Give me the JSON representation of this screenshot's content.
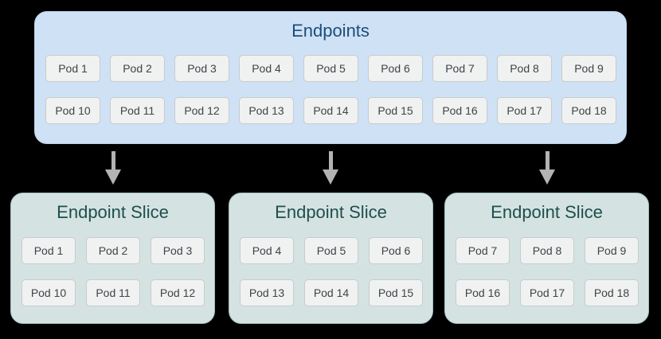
{
  "colors": {
    "background": "#000000",
    "endpoints_fill": "#cfe1f4",
    "endpoints_title_text": "#1b4d7d",
    "slice_fill": "#d4e3e2",
    "slice_border": "#a2c0bf",
    "slice_title_text": "#1f4e4c",
    "pod_fill": "#f0f1f1",
    "pod_border": "#c9cbcb",
    "pod_text": "#3f4448",
    "arrow": "#b3b3b3"
  },
  "endpoints": {
    "title": "Endpoints",
    "pods": [
      "Pod 1",
      "Pod 2",
      "Pod 3",
      "Pod 4",
      "Pod 5",
      "Pod 6",
      "Pod 7",
      "Pod 8",
      "Pod 9",
      "Pod 10",
      "Pod 11",
      "Pod 12",
      "Pod 13",
      "Pod 14",
      "Pod 15",
      "Pod 16",
      "Pod 17",
      "Pod 18"
    ]
  },
  "slices": [
    {
      "title": "Endpoint Slice",
      "pods": [
        "Pod 1",
        "Pod 2",
        "Pod 3",
        "Pod 10",
        "Pod 11",
        "Pod 12"
      ]
    },
    {
      "title": "Endpoint Slice",
      "pods": [
        "Pod 4",
        "Pod 5",
        "Pod 6",
        "Pod 13",
        "Pod 14",
        "Pod 15"
      ]
    },
    {
      "title": "Endpoint Slice",
      "pods": [
        "Pod 7",
        "Pod 8",
        "Pod 9",
        "Pod 16",
        "Pod 17",
        "Pod 18"
      ]
    }
  ]
}
